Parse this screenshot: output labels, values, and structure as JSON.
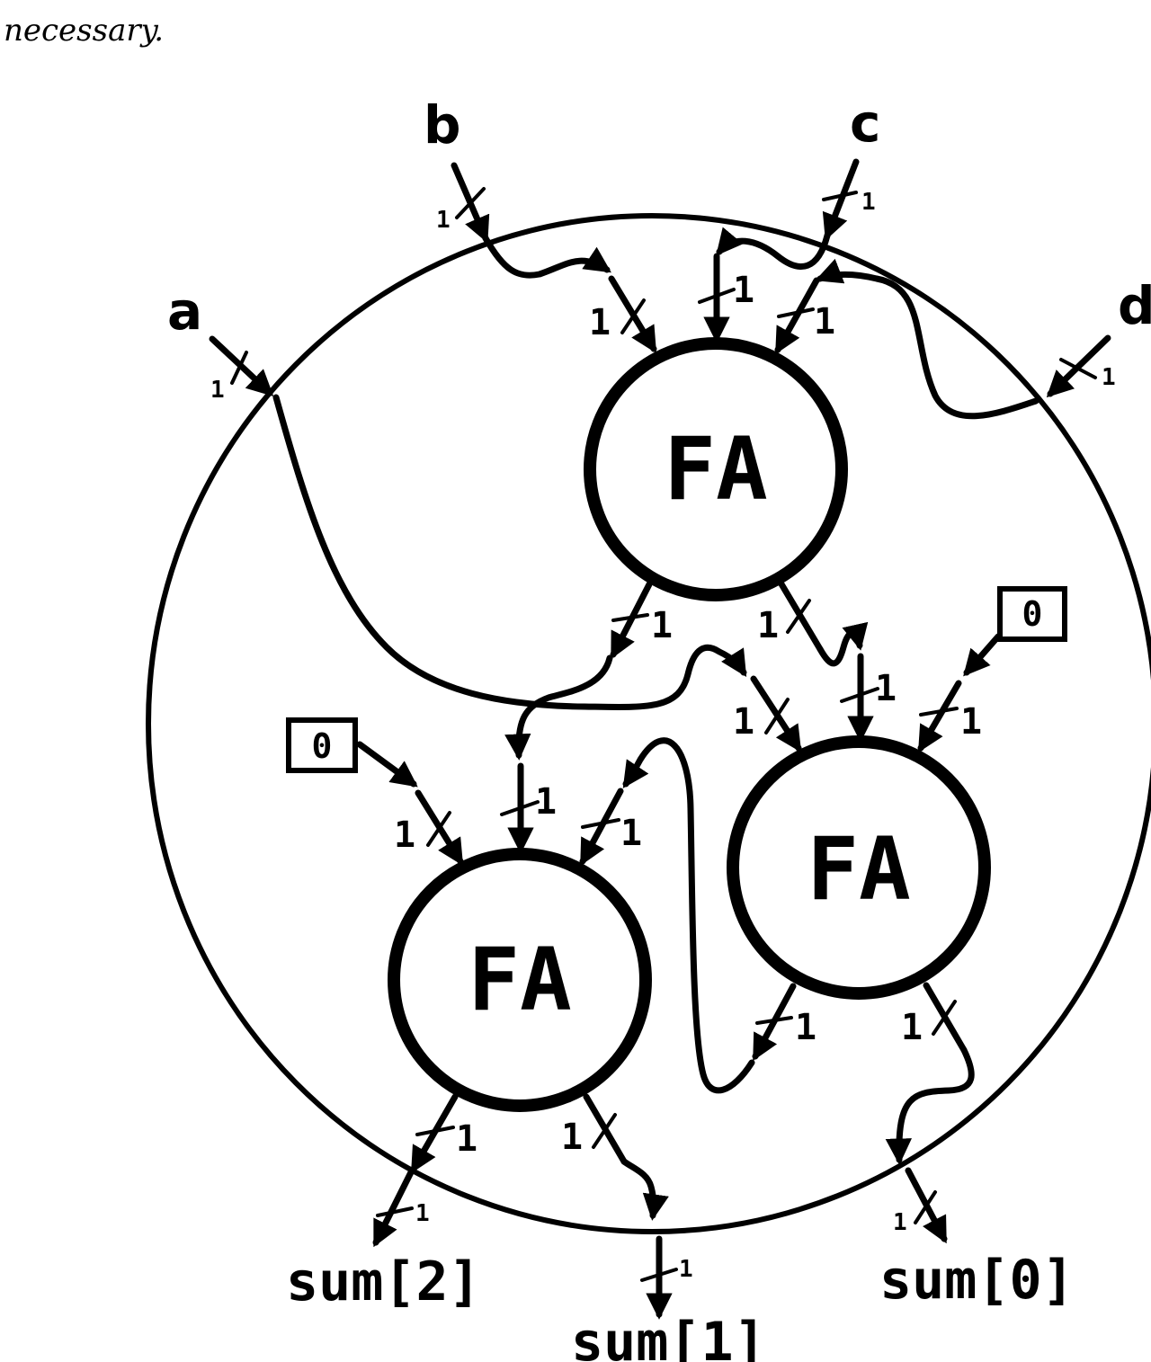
{
  "caption": {
    "top_fragment": "",
    "line": "necessary."
  },
  "inputs": {
    "a": "a",
    "b": "b",
    "c": "c",
    "d": "d"
  },
  "constants": {
    "zero_right": "0",
    "zero_left": "0"
  },
  "blocks": {
    "fa_top": "FA",
    "fa_right": "FA",
    "fa_left": "FA"
  },
  "outputs": {
    "sum0": "sum[0]",
    "sum1": "sum[1]",
    "sum2": "sum[2]"
  },
  "bit_width": "1",
  "colors": {
    "ink": "#000000",
    "background": "#ffffff"
  }
}
